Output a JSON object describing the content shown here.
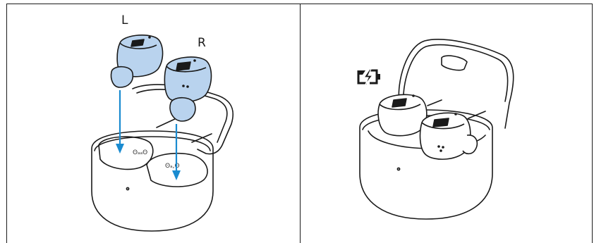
{
  "figure": {
    "left_panel": {
      "left_earbud_label": "L",
      "right_earbud_label": "R",
      "left_cradle_marking": "ʘₐₐʘ",
      "right_cradle_marking": "ʘₐ,ʘ"
    },
    "right_panel": {
      "charging_icon": "charging-battery-icon"
    },
    "colors": {
      "earbud_fill": "#b9d3ee",
      "arrow": "#1a8bd0",
      "outline": "#1a1a1a"
    }
  }
}
